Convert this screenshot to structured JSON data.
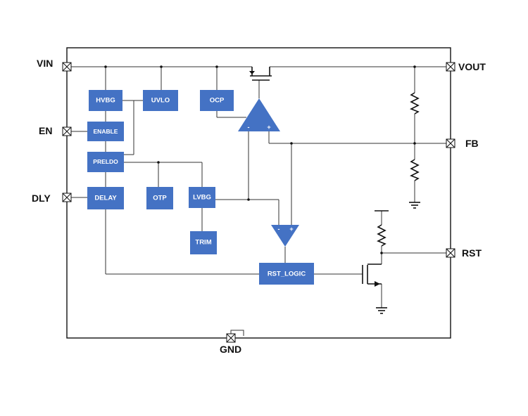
{
  "pins": {
    "vin": "VIN",
    "en": "EN",
    "dly": "DLY",
    "vout": "VOUT",
    "fb": "FB",
    "rst": "RST",
    "gnd": "GND"
  },
  "blocks": {
    "hvbg": "HVBG",
    "uvlo": "UVLO",
    "ocp": "OCP",
    "enable": "ENABLE",
    "preldo": "PRELDO",
    "delay": "DELAY",
    "otp": "OTP",
    "lvbg": "LVBG",
    "trim": "TRIM",
    "rst_logic": "RST_LOGIC"
  },
  "comparators": {
    "error_amp": {
      "minus": "-",
      "plus": "+"
    },
    "rst_comp": {
      "minus": "-",
      "plus": "+"
    }
  },
  "colors": {
    "block_fill": "#4472c4",
    "block_text": "#ffffff",
    "line": "#333333"
  }
}
